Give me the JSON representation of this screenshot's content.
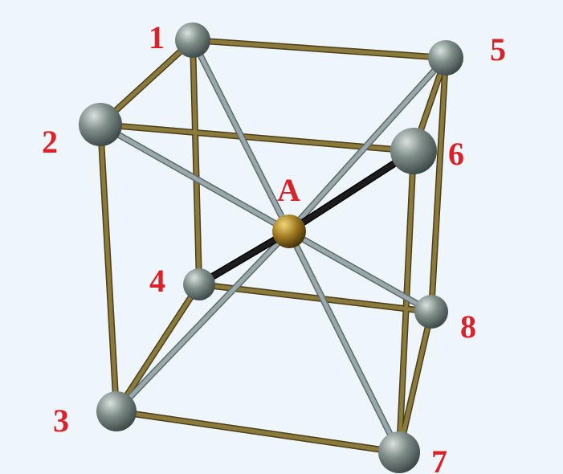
{
  "diagram": {
    "center_label": "A",
    "atoms": [
      {
        "id": "1",
        "label": "1"
      },
      {
        "id": "2",
        "label": "2"
      },
      {
        "id": "3",
        "label": "3"
      },
      {
        "id": "4",
        "label": "4"
      },
      {
        "id": "5",
        "label": "5"
      },
      {
        "id": "6",
        "label": "6"
      },
      {
        "id": "7",
        "label": "7"
      },
      {
        "id": "8",
        "label": "8"
      }
    ],
    "edges": [
      [
        "1",
        "5"
      ],
      [
        "1",
        "2"
      ],
      [
        "2",
        "6"
      ],
      [
        "5",
        "6"
      ],
      [
        "1",
        "4"
      ],
      [
        "5",
        "8"
      ],
      [
        "2",
        "3"
      ],
      [
        "6",
        "7"
      ],
      [
        "4",
        "8"
      ],
      [
        "3",
        "7"
      ],
      [
        "4",
        "3"
      ],
      [
        "8",
        "7"
      ]
    ],
    "bonds_to_center": [
      "1",
      "2",
      "3",
      "4",
      "5",
      "6",
      "7",
      "8"
    ],
    "colors": {
      "frame": "#8b7a3c",
      "bond": "#9aa8ab",
      "dark_bond": "#1c1c1c",
      "corner_atom": "#7c8a86",
      "center_atom": "#8a6a1a",
      "label": "#d8232a",
      "background": "#eef6fb"
    }
  }
}
